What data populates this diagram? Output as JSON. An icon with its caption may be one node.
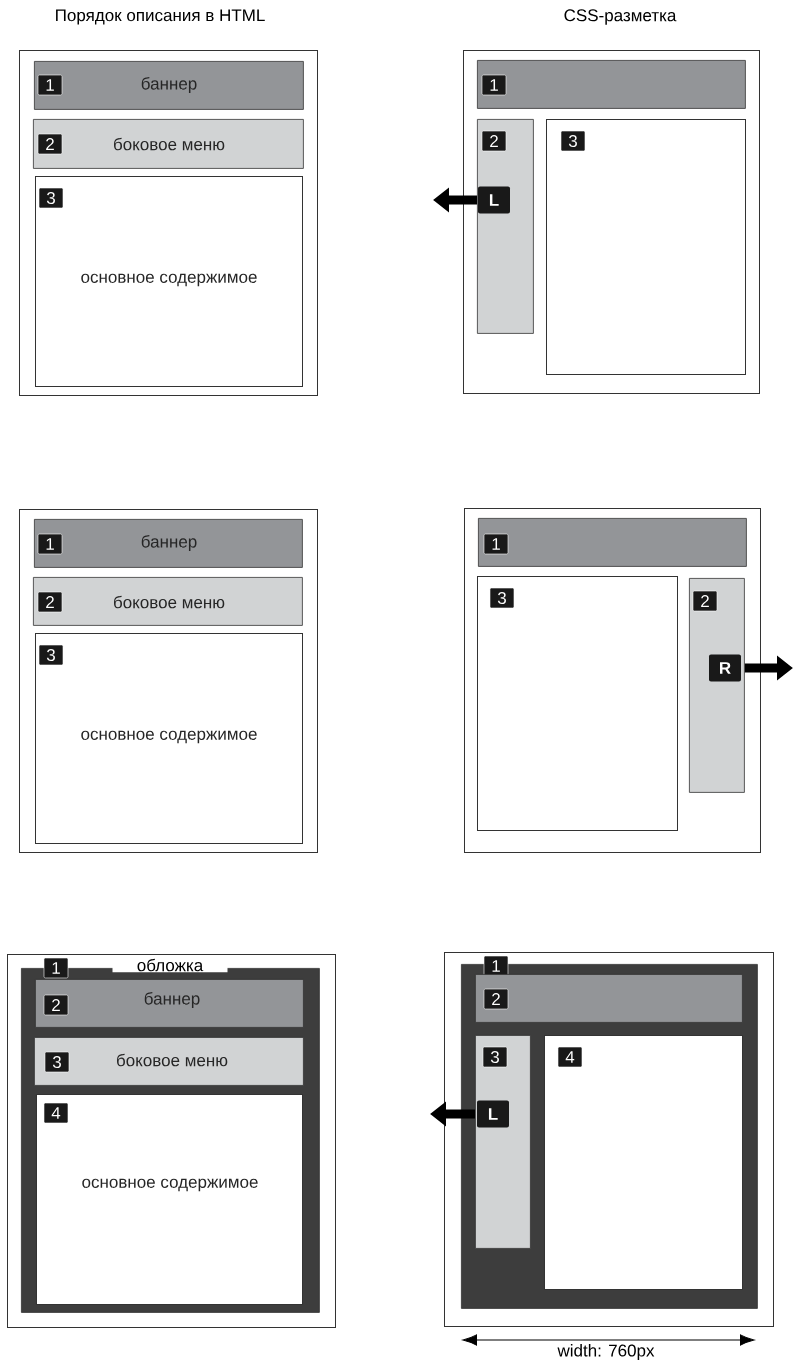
{
  "diagram": {
    "nodes": [
      {
        "text": [],
        "shape": "box"
      },
      {
        "text": [
          "1",
          "баннер"
        ],
        "in": 0
      },
      {
        "text": [
          "2",
          "боковое меню"
        ],
        "in": 0
      },
      {
        "text": [
          "3",
          "основное содержимое"
        ],
        "in": 0
      },
      {
        "text": [],
        "shape": "box"
      },
      {
        "text": [
          "1"
        ],
        "in": 4
      },
      {
        "text": [
          "2"
        ],
        "in": 4
      },
      {
        "text": [
          "3"
        ],
        "in": 4
      },
      {
        "text": [],
        "shape": "box"
      },
      {
        "text": [
          "1",
          "баннер"
        ],
        "in": 8
      },
      {
        "text": [
          "2",
          "боковое меню"
        ],
        "in": 8
      },
      {
        "text": [
          "3",
          "основное содержимое"
        ],
        "in": 8
      },
      {
        "text": [],
        "shape": "box"
      },
      {
        "text": [
          "1"
        ],
        "in": 12
      },
      {
        "text": [
          "3"
        ],
        "in": 12
      },
      {
        "text": [
          "2"
        ],
        "in": 12
      },
      {
        "text": [],
        "shape": "box"
      },
      {
        "text": [
          "1",
          "обложка"
        ],
        "in": 16
      },
      {
        "text": [
          "2",
          "баннер"
        ],
        "in": 17
      },
      {
        "text": [
          "3",
          "боковое меню"
        ],
        "in": 17
      },
      {
        "text": [
          "4",
          "основное содержимое"
        ],
        "in": 17
      },
      {
        "text": [],
        "shape": "box"
      },
      {
        "text": [
          "1"
        ],
        "in": 21
      },
      {
        "text": [
          "2"
        ],
        "in": 22
      },
      {
        "text": [
          "3"
        ],
        "in": 22
      },
      {
        "text": [
          "4"
        ],
        "in": 22
      }
    ],
    "edges": [
      {
        "from": 6,
        "to": null,
        "arrow": "to",
        "label": "L"
      },
      {
        "from": 15,
        "to": null,
        "arrow": "to",
        "label": "R"
      },
      {
        "from": 24,
        "to": null,
        "arrow": "to",
        "label": "L"
      }
    ],
    "labels": [
      "Порядок описания в HTML",
      "CSS-разметка",
      "width: 760px"
    ]
  }
}
